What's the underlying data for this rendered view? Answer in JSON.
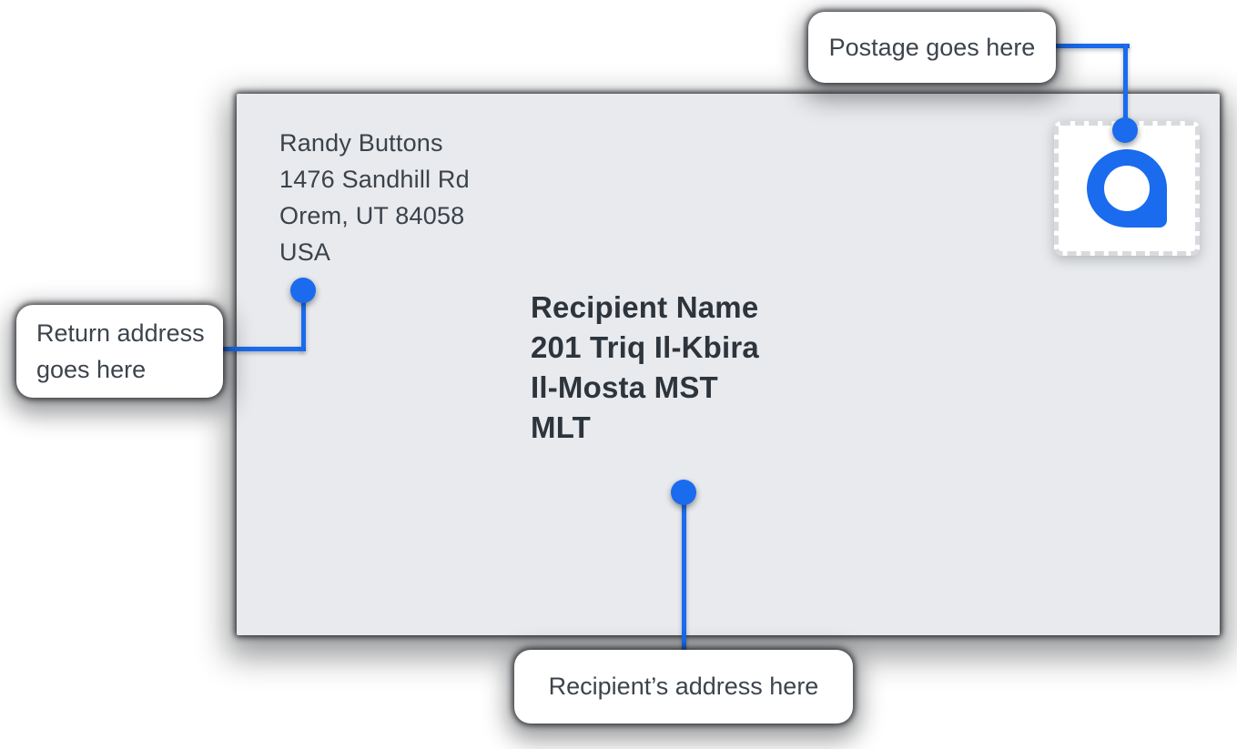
{
  "envelope": {
    "return_address": {
      "lines": [
        "Randy Buttons",
        "1476 Sandhill Rd",
        "Orem, UT 84058",
        "USA"
      ]
    },
    "recipient_address": {
      "lines": [
        "Recipient Name",
        "201 Triq Il-Kbira",
        "Il-Mosta MST",
        "MLT"
      ]
    },
    "stamp": {
      "icon": "postage-pin-logo"
    }
  },
  "callouts": {
    "postage": {
      "label": "Postage goes here"
    },
    "return": {
      "label": "Return address goes here"
    },
    "recipient": {
      "label": "Recipient’s address here"
    }
  },
  "colors": {
    "accent_blue": "#1a6bee",
    "envelope_bg": "#e8eaed",
    "card_bg": "#ffffff",
    "text_primary": "#3b424a",
    "text_recipient": "#2d343c",
    "text_callout": "#3d444c",
    "stamp_perforation": "#d8dadd"
  }
}
